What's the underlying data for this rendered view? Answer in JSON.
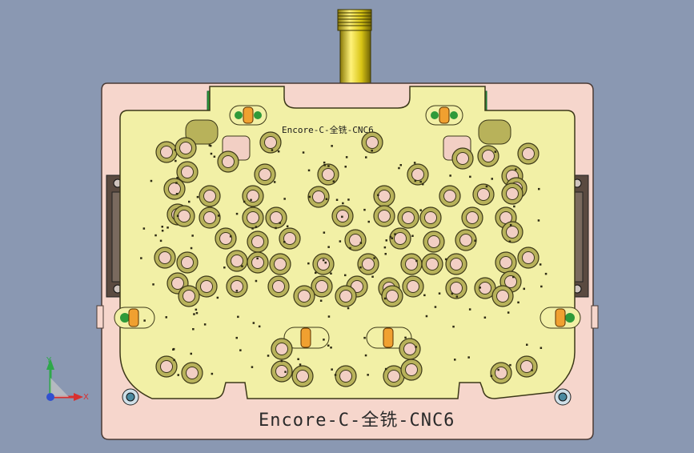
{
  "viewport": {
    "plate_label_small": "Encore-C-全铣-CNC6",
    "plate_label_large": "Encore-C-全铣-CNC6",
    "axis": {
      "y_label": "Y",
      "x_label": "X"
    }
  },
  "icons": {
    "axis_triad": "axis-triad-icon"
  },
  "colors": {
    "background": "#8a98b2",
    "base_plate": "#f6d6cc",
    "top_plate": "#f2f0a6",
    "ring": "#b8b25a",
    "rod": "#e2d21c",
    "side_block": "#5a4a40",
    "axis_y": "#2ea84a",
    "axis_x": "#d83030",
    "axis_z": "#3050d0"
  }
}
